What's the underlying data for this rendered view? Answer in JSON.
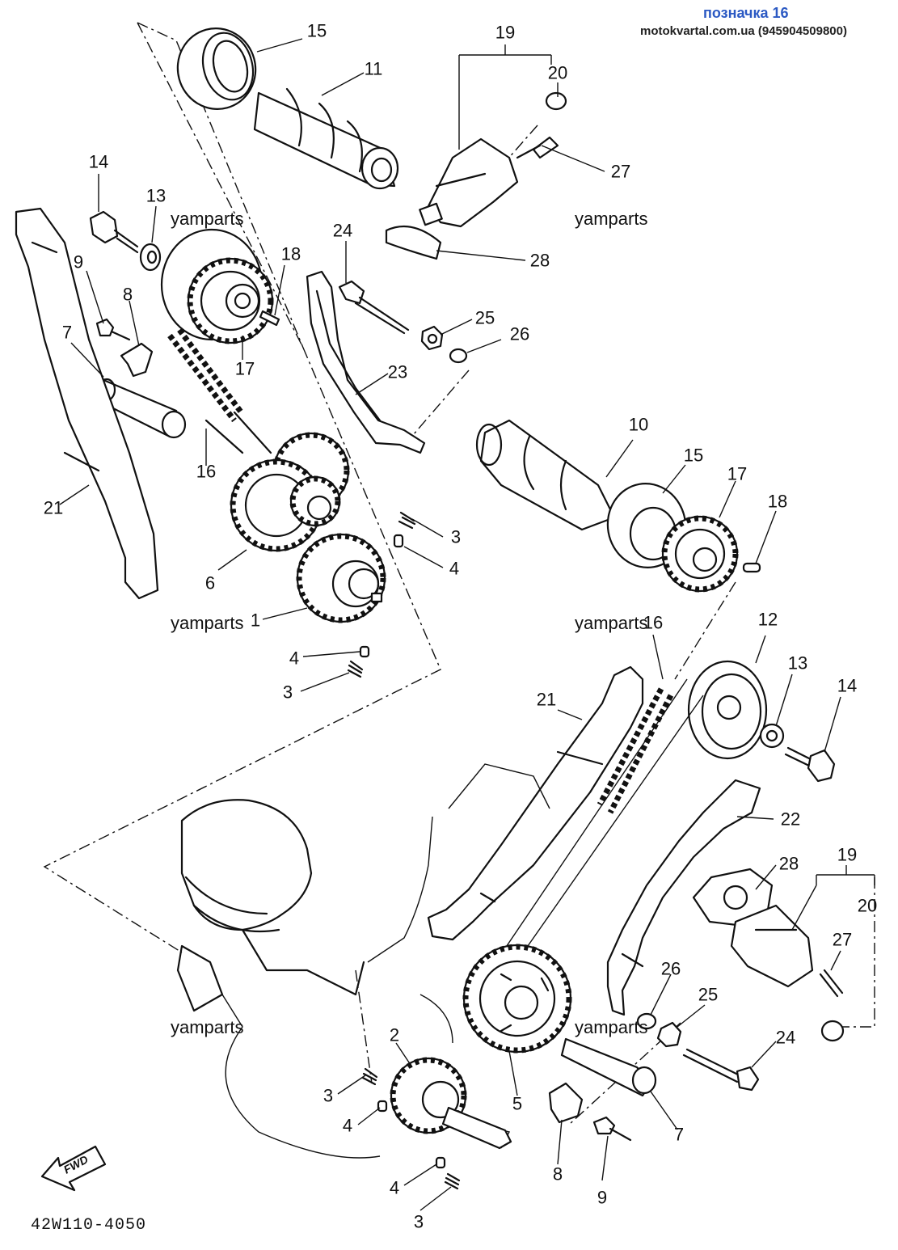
{
  "header": {
    "title": "позначка 16",
    "source": "motokvartal.com.ua (945904509800)"
  },
  "watermark": "yamparts",
  "drawing_code": "42W110-4050",
  "fwd_label": "FWD",
  "callouts": [
    "15",
    "11",
    "19",
    "20",
    "27",
    "14",
    "13",
    "24",
    "18",
    "28",
    "9",
    "8",
    "25",
    "26",
    "7",
    "17",
    "23",
    "16",
    "21",
    "10",
    "15",
    "17",
    "18",
    "6",
    "3",
    "4",
    "1",
    "4",
    "3",
    "16",
    "12",
    "13",
    "14",
    "21",
    "22",
    "28",
    "19",
    "20",
    "27",
    "26",
    "25",
    "24",
    "2",
    "3",
    "4",
    "5",
    "7",
    "8",
    "9",
    "4",
    "3"
  ]
}
